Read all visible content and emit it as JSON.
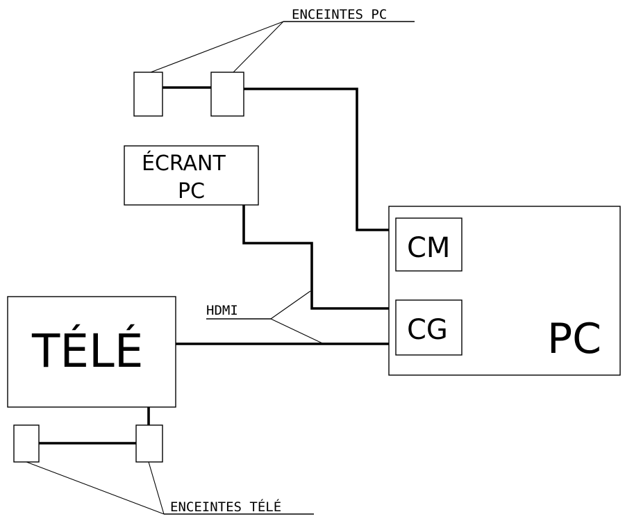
{
  "labels": {
    "pc_speakers": "ENCEINTES PC",
    "pc_screen_line1": "ÉCRANT",
    "pc_screen_line2": "PC",
    "sound_card": "CM",
    "graphics_card": "CG",
    "pc": "PC",
    "tv": "TÉLÉ",
    "hdmi": "HDMI",
    "tv_speakers": "ENCEINTES TÉLÉ"
  }
}
